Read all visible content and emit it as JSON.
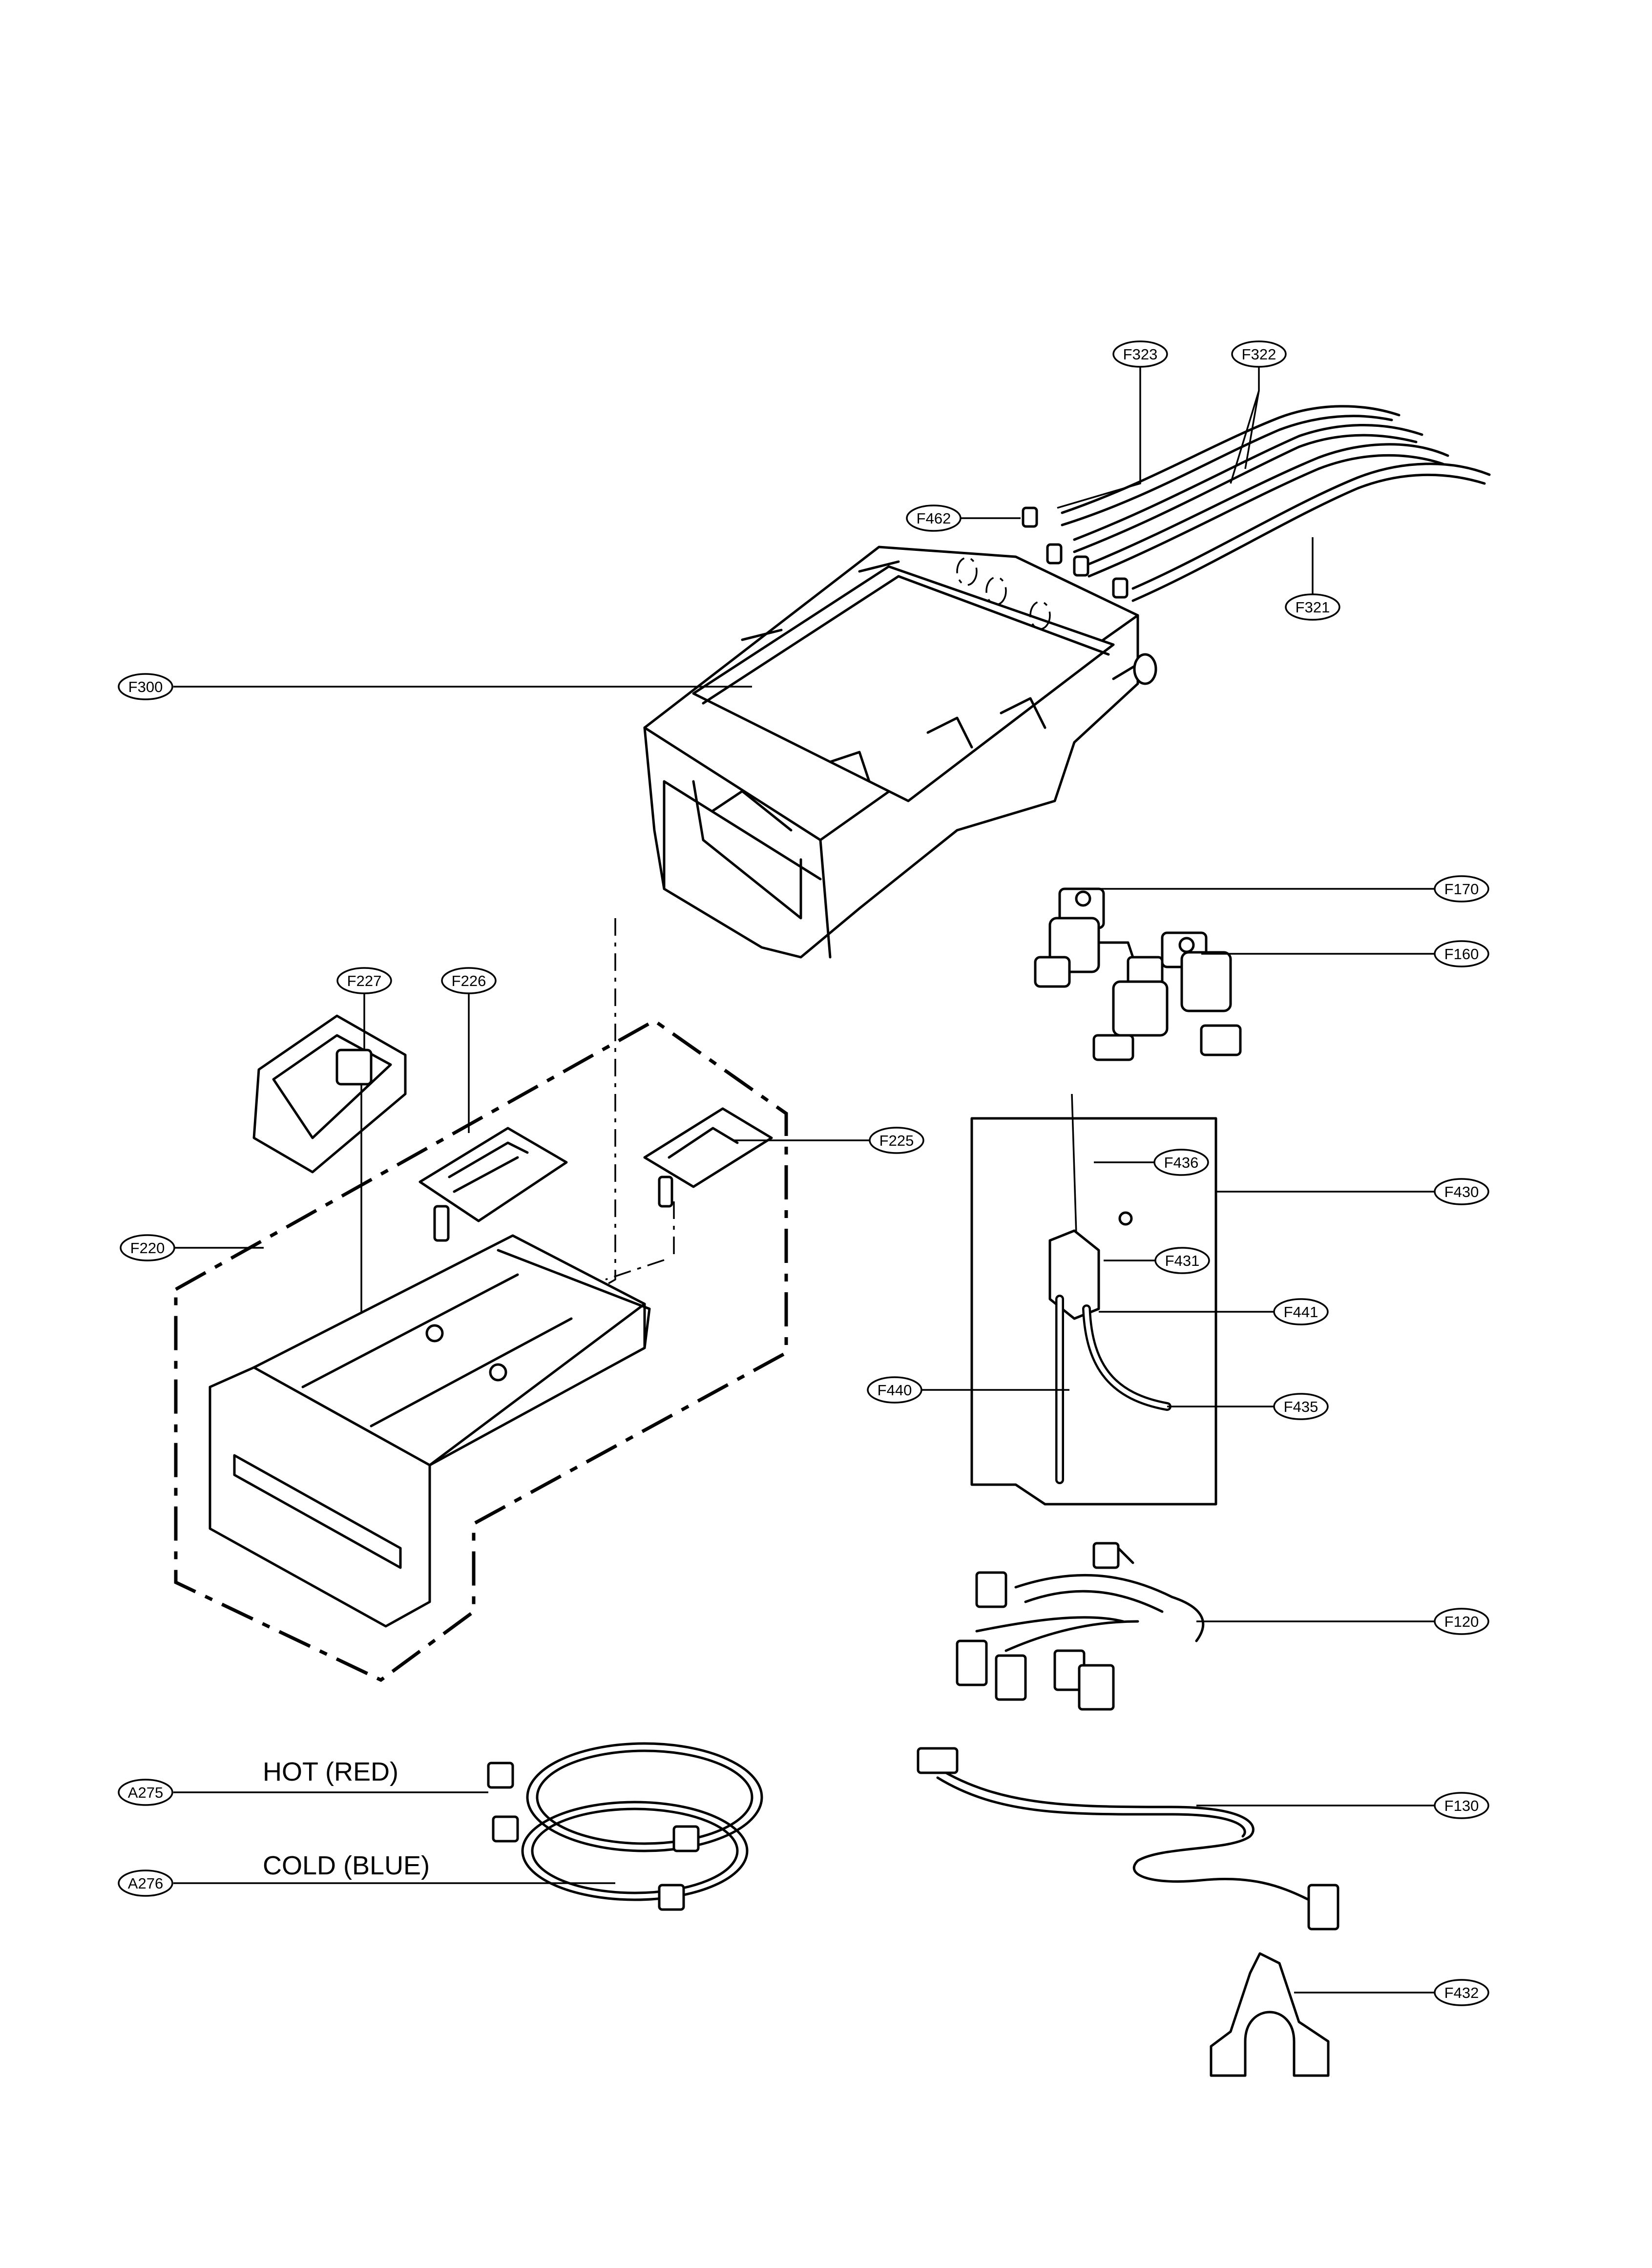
{
  "callouts": {
    "f323": "F323",
    "f322": "F322",
    "f462": "F462",
    "f321": "F321",
    "f300": "F300",
    "f170": "F170",
    "f160": "F160",
    "f227": "F227",
    "f226": "F226",
    "f225": "F225",
    "f220": "F220",
    "f436": "F436",
    "f430": "F430",
    "f431": "F431",
    "f441": "F441",
    "f440": "F440",
    "f435": "F435",
    "f120": "F120",
    "f130": "F130",
    "a275": "A275",
    "a276": "A276",
    "f432": "F432"
  },
  "hose_labels": {
    "hot": "HOT (RED)",
    "cold": "COLD (BLUE)"
  }
}
